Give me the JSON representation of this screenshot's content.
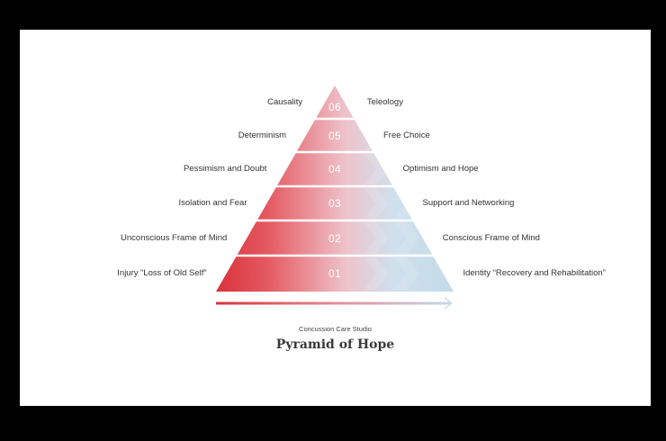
{
  "diagram": {
    "subtitle": "Concussion Care Studio",
    "title": "Pyramid of Hope",
    "colors": {
      "red": "#d9323a",
      "blue": "#c4dbe9",
      "divider": "#ffffff"
    },
    "levels": [
      {
        "number": "06",
        "left": "Causality",
        "right": "Teleology"
      },
      {
        "number": "05",
        "left": "Determinism",
        "right": "Free Choice"
      },
      {
        "number": "04",
        "left": "Pessimism and Doubt",
        "right": "Optimism and Hope"
      },
      {
        "number": "03",
        "left": "Isolation and Fear",
        "right": "Support and Networking"
      },
      {
        "number": "02",
        "left": "Unconscious Frame of Mind",
        "right": "Conscious Frame of Mind"
      },
      {
        "number": "01",
        "left": "Injury “Loss of Old Self”",
        "right": "Identity “Recovery and Rehabilitation”"
      }
    ]
  }
}
